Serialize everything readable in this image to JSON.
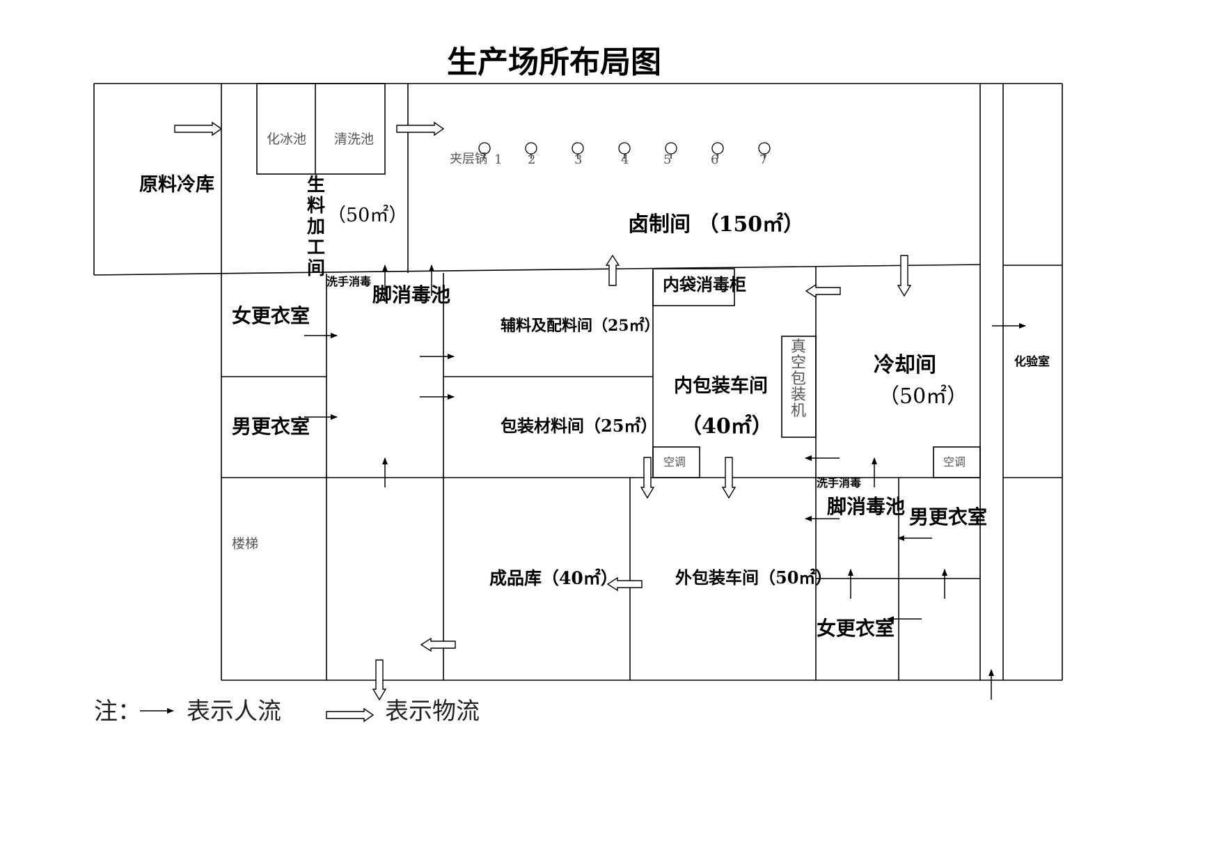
{
  "title": "生产场所布局图",
  "rooms": {
    "raw_cold_storage": "原料冷库",
    "thaw_pool": "化冰池",
    "wash_pool": "清洗池",
    "raw_processing_chars": [
      "生",
      "料",
      "加",
      "工",
      "间"
    ],
    "raw_processing_area": "（50㎡）",
    "kettle_label": "夹层锅",
    "kettle_numbers": [
      "1",
      "2",
      "3",
      "4",
      "5",
      "6",
      "7"
    ],
    "marinating_room": "卤制间 （150㎡）",
    "inner_bag_disinfect": "内袋消毒柜",
    "hand_disinfect_1": "洗手消毒",
    "foot_pool_1": "脚消毒池",
    "female_locker_1": "女更衣室",
    "male_locker_1": "男更衣室",
    "auxiliary_room": "辅料及配料间（25㎡）",
    "packaging_material_room": "包装材料间（25㎡）",
    "inner_packing_room": "内包装车间",
    "inner_packing_area": "（40㎡）",
    "vacuum_packer_chars": [
      "真",
      "空",
      "包",
      "装",
      "机"
    ],
    "cooling_room": "冷却间",
    "cooling_area": "（50㎡）",
    "lab": "化验室",
    "ac_1": "空调",
    "ac_2": "空调",
    "stairs": "楼梯",
    "finished_storage": "成品库（40㎡）",
    "outer_packing_room": "外包装车间（50㎡）",
    "hand_disinfect_2": "洗手消毒",
    "foot_pool_2": "脚消毒池",
    "male_locker_2": "男更衣室",
    "female_locker_2": "女更衣室"
  },
  "legend": {
    "prefix": "注：",
    "people_flow": "表示人流",
    "material_flow": "表示物流"
  }
}
